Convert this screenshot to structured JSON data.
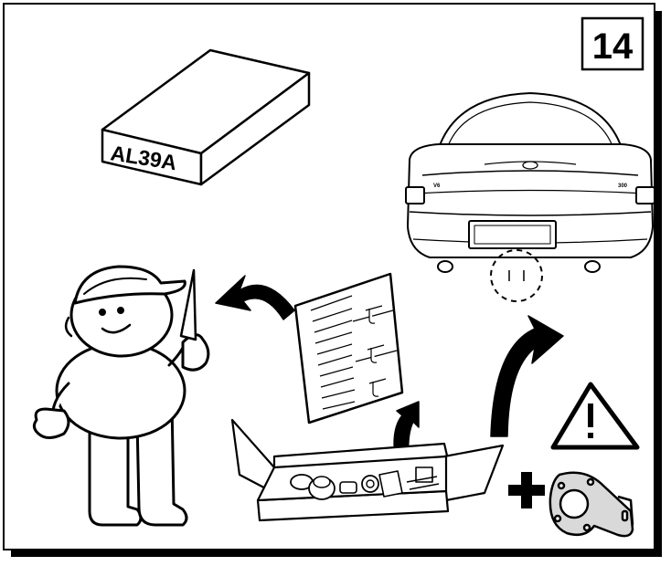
{
  "step_number": "14",
  "product_box_label": "AL39A",
  "car_badges": {
    "left": "V6",
    "right": "300"
  },
  "colors": {
    "ink": "#000000",
    "paper": "#ffffff",
    "shadow": "#000000",
    "bracket_fill": "#d9d9d9"
  }
}
